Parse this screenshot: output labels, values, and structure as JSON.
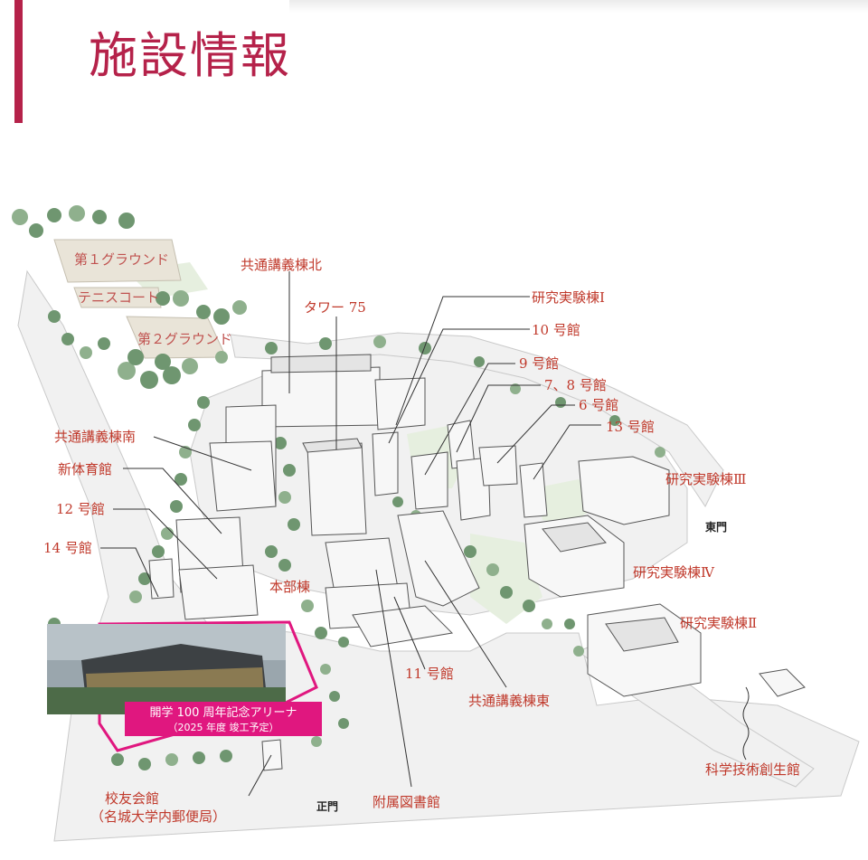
{
  "page": {
    "title": "施設情報"
  },
  "map": {
    "labels": {
      "ground1": "第１グラウンド",
      "tennis": "テニスコート",
      "ground2": "第２グラウンド",
      "lecture_north": "共通講義棟北",
      "tower75": "タワー 75",
      "lab1": "研究実験棟Ⅰ",
      "bldg10": "10 号館",
      "bldg9": "9 号館",
      "bldg78": "7、8 号館",
      "bldg6": "6 号館",
      "bldg13": "13 号館",
      "lab3": "研究実験棟Ⅲ",
      "east_gate": "東門",
      "lecture_south": "共通講義棟南",
      "gym": "新体育館",
      "bldg12": "12 号館",
      "bldg14": "14 号館",
      "main_bldg": "本部棟",
      "lab4": "研究実験棟Ⅳ",
      "lab2": "研究実験棟Ⅱ",
      "bldg11": "11 号館",
      "lecture_east": "共通講義棟東",
      "science_center": "科学技術創生館",
      "alumni_hall": "校友会館",
      "alumni_hall_sub": "（名城大学内郵便局）",
      "main_gate": "正門",
      "library": "附属図書館"
    },
    "arena": {
      "title": "開学 100 周年記念アリーナ",
      "subtitle": "（2025 年度 竣工予定）",
      "highlight_color": "#e0177f"
    },
    "colors": {
      "accent": "#b5224a",
      "label": "#c0392b",
      "tree": "#6f9670",
      "grass": "#e6efdf"
    }
  }
}
